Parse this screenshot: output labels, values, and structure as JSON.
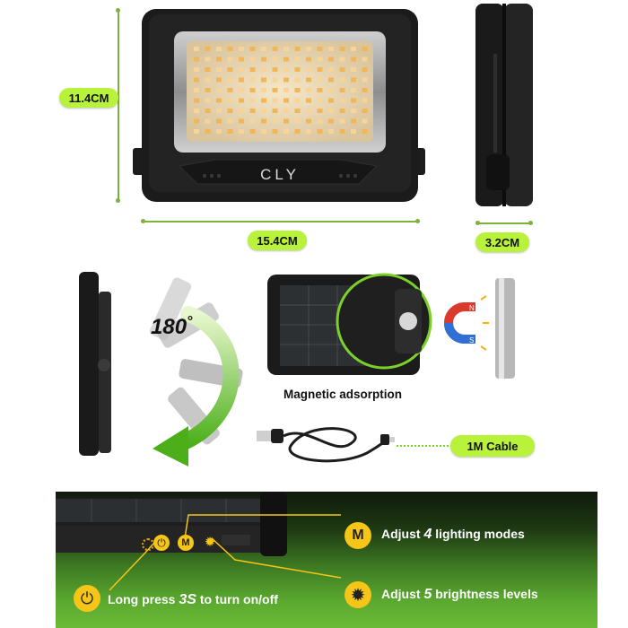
{
  "brand": "CLY",
  "dimensions": {
    "height": "11.4CM",
    "width": "15.4CM",
    "depth": "3.2CM"
  },
  "rotation": {
    "angle": "180",
    "degree_symbol": "°"
  },
  "captions": {
    "magnetic": "Magnetic adsorption",
    "cable": "1M Cable"
  },
  "magnet_poles": {
    "north": "N",
    "south": "S"
  },
  "features": {
    "modes": {
      "icon_letter": "M",
      "prefix": "Adjust ",
      "number": "4",
      "suffix": " lighting modes"
    },
    "brightness": {
      "prefix": "Adjust ",
      "number": "5",
      "suffix": " brightness levels"
    },
    "power": {
      "prefix": "Long press ",
      "number": "3S",
      "suffix": " to turn on/off"
    }
  },
  "colors": {
    "accent_green": "#b9f23a",
    "button_yellow": "#f5c518",
    "body_black": "#1a1a1a",
    "grass_green": "#4c9a2a"
  },
  "icons": [
    "power-icon",
    "mode-m-icon",
    "sun-brightness-icon",
    "magnet-icon",
    "usb-cable-icon",
    "rotation-arrow-icon"
  ]
}
